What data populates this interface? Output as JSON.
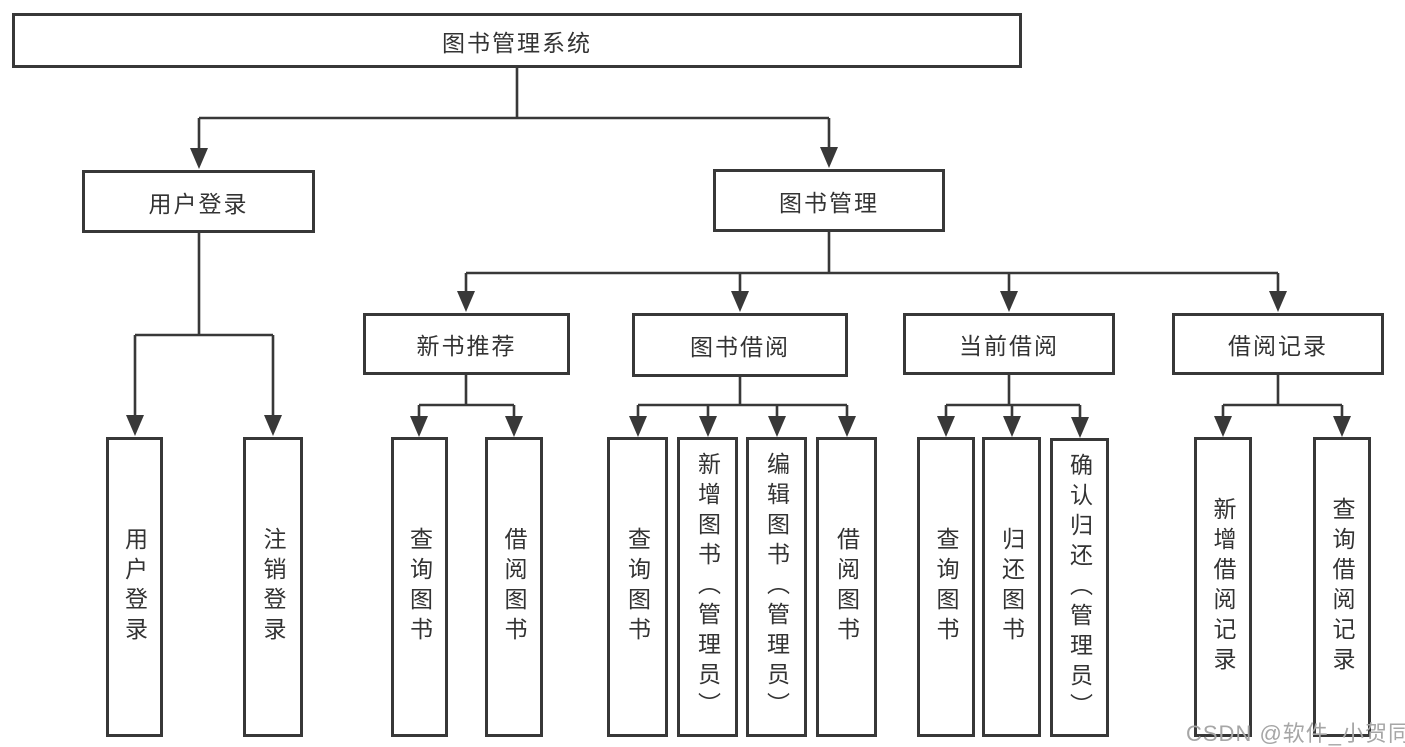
{
  "diagram": {
    "title": "图书管理系统",
    "branches": [
      {
        "label": "用户登录",
        "children": [
          {
            "label": "用户登录"
          },
          {
            "label": "注销登录"
          }
        ]
      },
      {
        "label": "图书管理",
        "children": [
          {
            "label": "新书推荐",
            "children": [
              {
                "label": "查询图书"
              },
              {
                "label": "借阅图书"
              }
            ]
          },
          {
            "label": "图书借阅",
            "children": [
              {
                "label": "查询图书"
              },
              {
                "label": "新增图书（管理员）"
              },
              {
                "label": "编辑图书（管理员）"
              },
              {
                "label": "借阅图书"
              }
            ]
          },
          {
            "label": "当前借阅",
            "children": [
              {
                "label": "查询图书"
              },
              {
                "label": "归还图书"
              },
              {
                "label": "确认归还（管理员）"
              }
            ]
          },
          {
            "label": "借阅记录",
            "children": [
              {
                "label": "新增借阅记录"
              },
              {
                "label": "查询借阅记录"
              }
            ]
          }
        ]
      }
    ]
  },
  "watermark": {
    "text": "CSDN @软件_小贺同学"
  },
  "colors": {
    "line": "#383838",
    "text": "#333333",
    "watermark": "#a6a6a6",
    "background": "#ffffff"
  }
}
